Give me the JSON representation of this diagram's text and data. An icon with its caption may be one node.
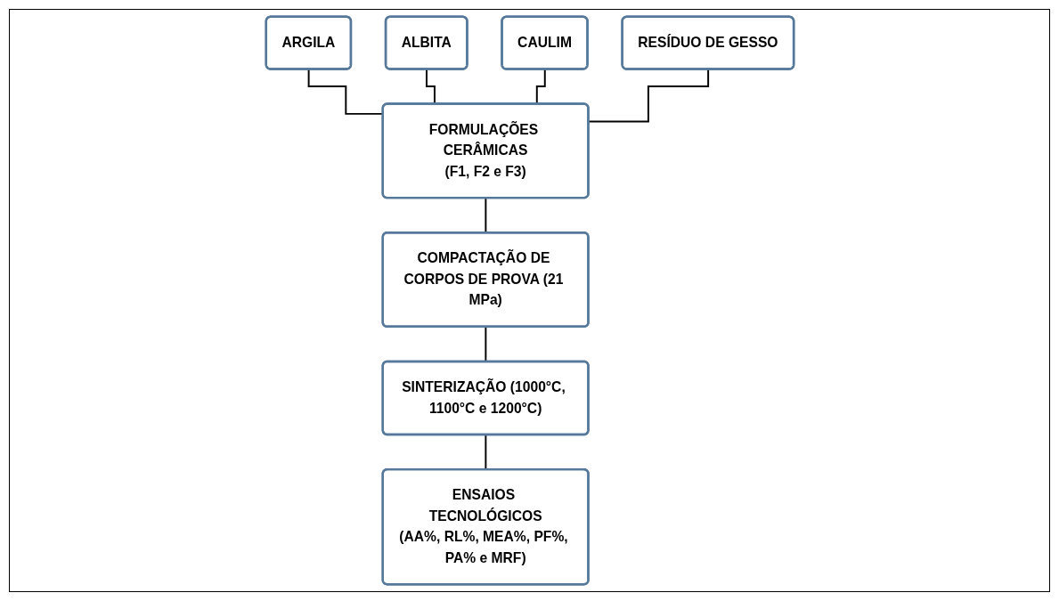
{
  "diagram": {
    "nodes": [
      {
        "text": [
          "ARGILA"
        ]
      },
      {
        "text": [
          "ALBITA"
        ]
      },
      {
        "text": [
          "CAULIM"
        ]
      },
      {
        "text": [
          "RESÍDUO DE GESSO"
        ]
      },
      {
        "text": [
          "FORMULAÇÕES CERÂMICAS",
          "(F1, F2 e F3)"
        ]
      },
      {
        "text": [
          "COMPACTAÇÃO DE CORPOS DE PROVA (21 MPa)"
        ]
      },
      {
        "text": [
          "SINTERIZAÇÃO (1000°C, 1100°C e 1200°C)"
        ]
      },
      {
        "text": [
          "ENSAIOS TECNOLÓGICOS",
          "(AA%, RL%, MEA%, PF%, PA% e MRF)"
        ]
      }
    ],
    "edges": [
      {
        "from": 0,
        "to": 4,
        "arrow": "none"
      },
      {
        "from": 1,
        "to": 4,
        "arrow": "none"
      },
      {
        "from": 2,
        "to": 4,
        "arrow": "none"
      },
      {
        "from": 3,
        "to": 4,
        "arrow": "none"
      },
      {
        "from": 4,
        "to": 5,
        "arrow": "none"
      },
      {
        "from": 5,
        "to": 6,
        "arrow": "none"
      },
      {
        "from": 6,
        "to": 7,
        "arrow": "none"
      }
    ]
  }
}
